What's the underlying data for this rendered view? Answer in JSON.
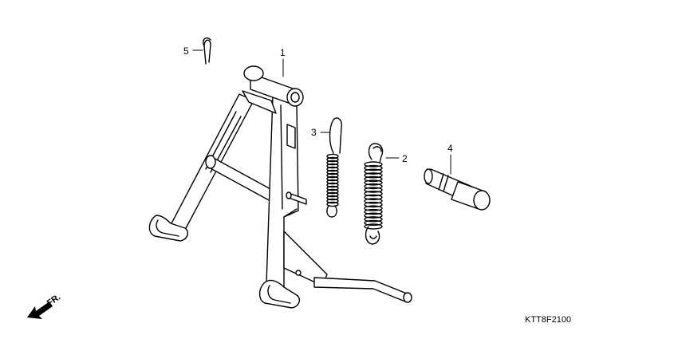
{
  "callouts": [
    {
      "label": "1",
      "part": "main-stand"
    },
    {
      "label": "2",
      "part": "large-spring"
    },
    {
      "label": "3",
      "part": "small-spring"
    },
    {
      "label": "4",
      "part": "pivot-pin"
    },
    {
      "label": "5",
      "part": "cotter-pin"
    }
  ],
  "direction_label": "FR.",
  "diagram_code": "KTT8F2100",
  "colors": {
    "ink": "#000000",
    "paper": "#ffffff"
  }
}
